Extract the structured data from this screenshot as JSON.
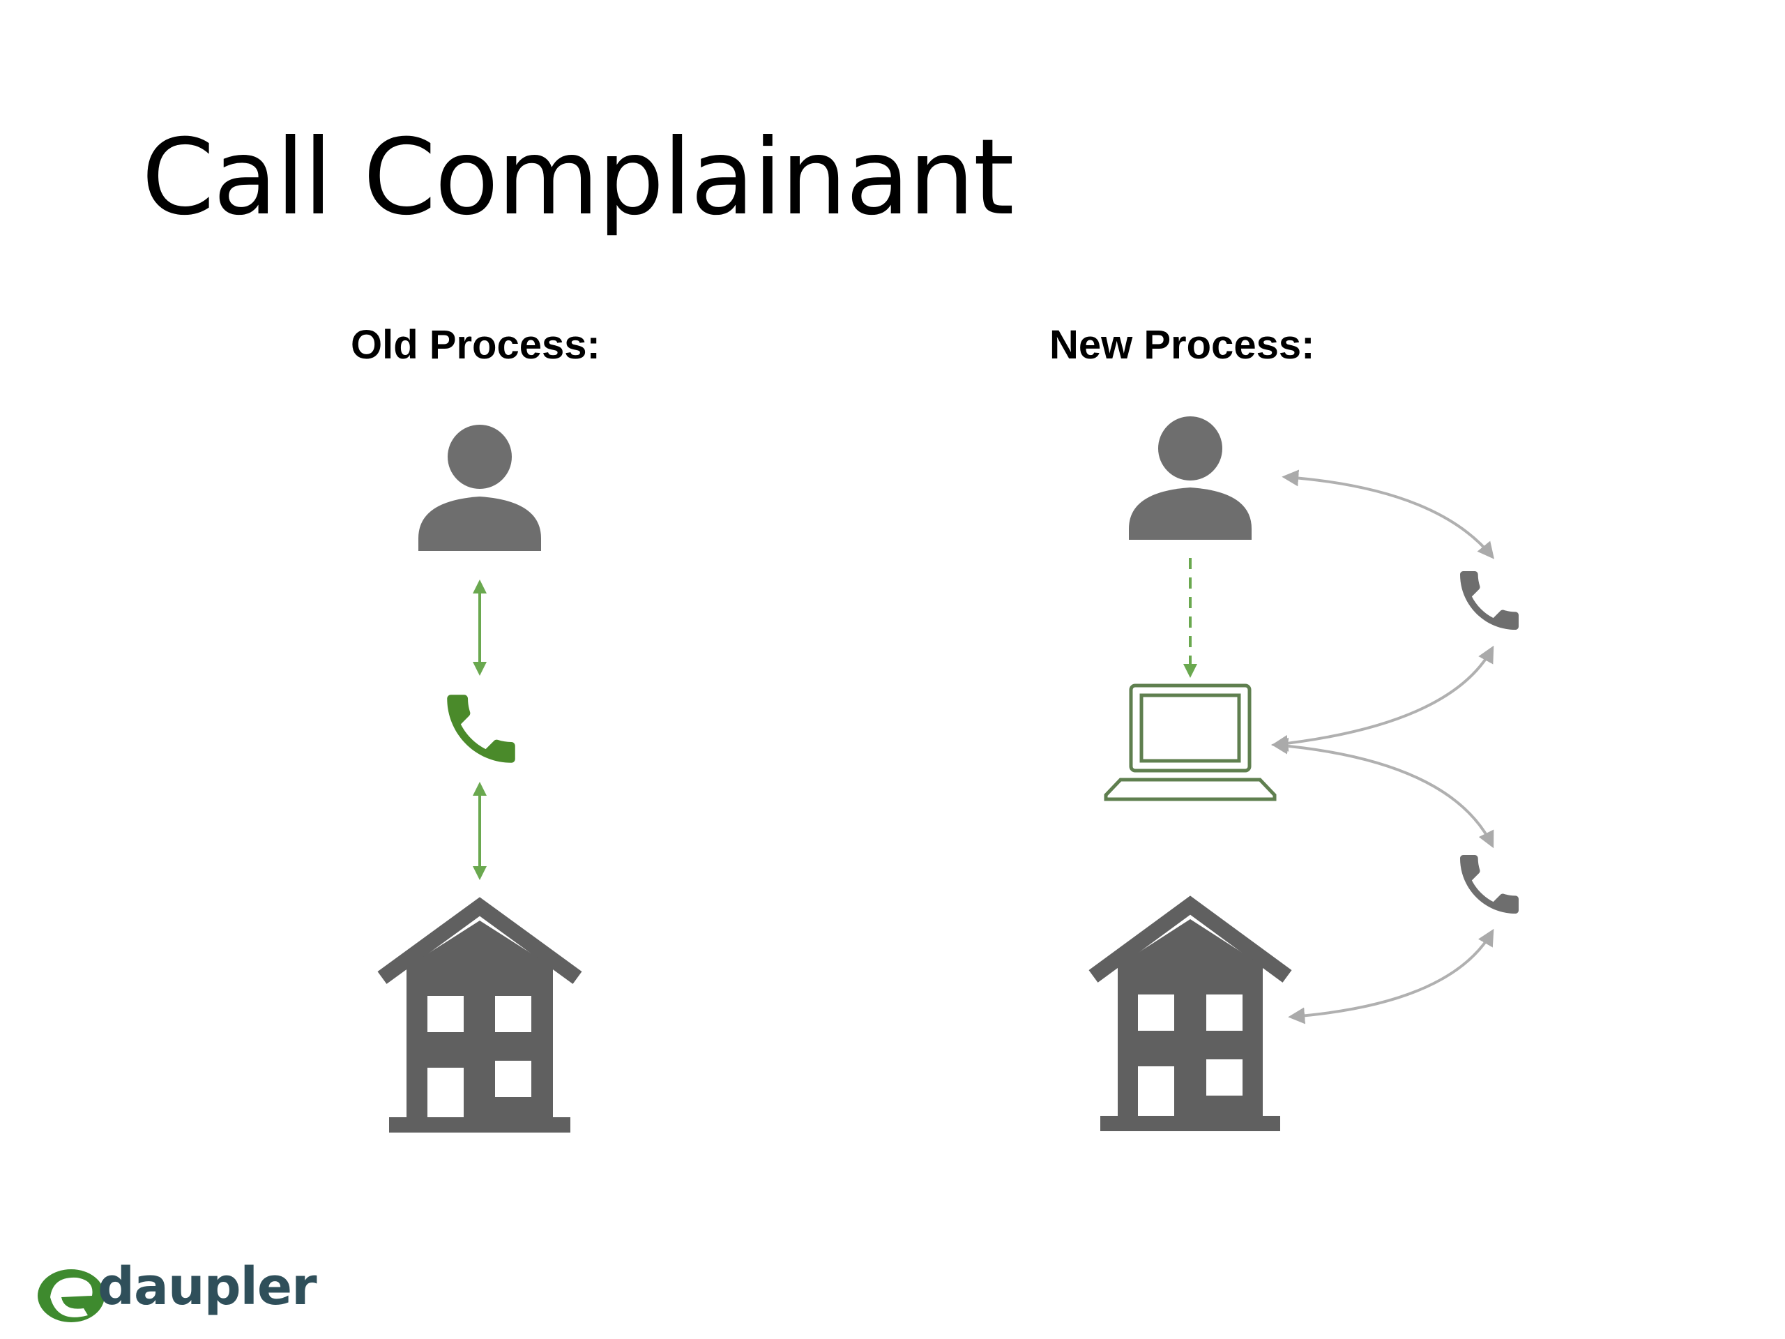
{
  "slide": {
    "title": "Call Complainant"
  },
  "old_process": {
    "label": "Old Process:"
  },
  "new_process": {
    "label": "New Process:"
  },
  "logo": {
    "text": "daupler"
  },
  "icons": {
    "person": "person-icon",
    "phone": "phone-icon",
    "laptop": "laptop-icon",
    "building": "building-icon"
  },
  "colors": {
    "icon_gray": "#6e6e6e",
    "building_gray": "#606060",
    "accent_green": "#4a8a2a",
    "arrow_green": "#6aa84f",
    "arrow_gray": "#b0b0b0",
    "logo_green": "#3e8a2e"
  }
}
